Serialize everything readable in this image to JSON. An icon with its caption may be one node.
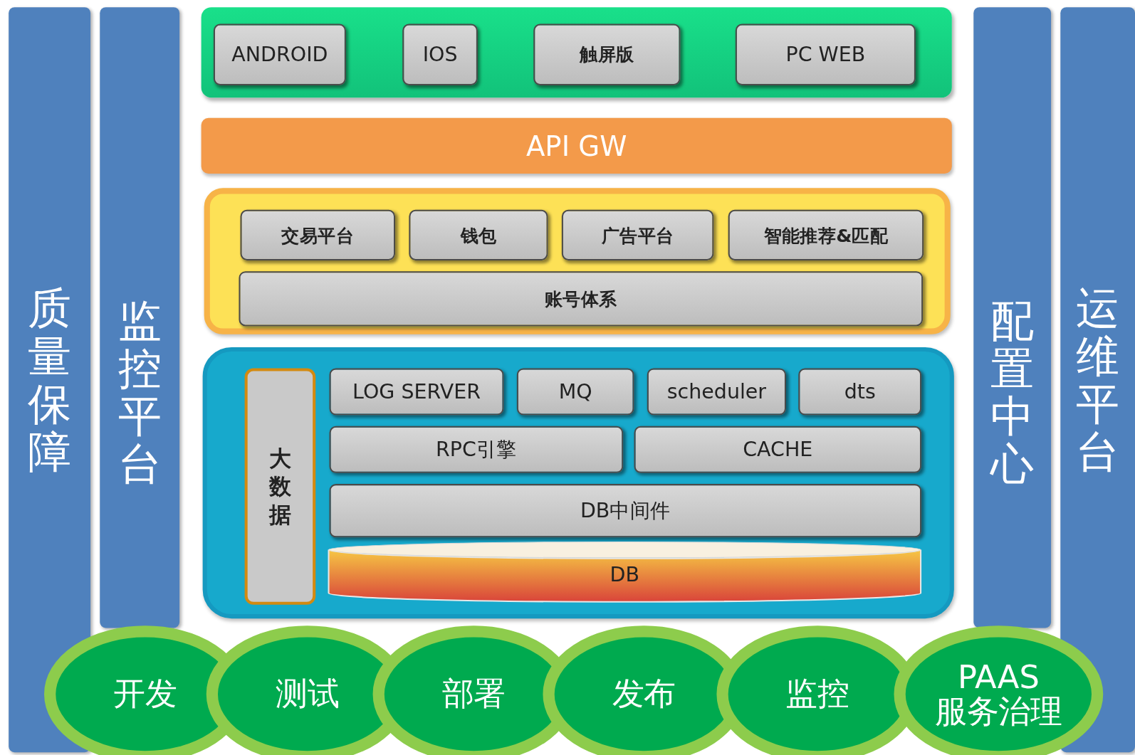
{
  "diagram": {
    "nodes": [
      {
        "text": [
          "质量保障"
        ]
      },
      {
        "text": [
          "监控平台"
        ]
      },
      {
        "text": [],
        "shape": "box"
      },
      {
        "text": [
          "ANDROID"
        ],
        "in": 2
      },
      {
        "text": [
          "IOS"
        ],
        "in": 2
      },
      {
        "text": [
          "触屏版"
        ],
        "in": 2
      },
      {
        "text": [
          "PC WEB"
        ],
        "in": 2
      },
      {
        "text": [
          "API GW"
        ]
      },
      {
        "text": [],
        "shape": "box"
      },
      {
        "text": [
          "交易平台"
        ],
        "in": 8
      },
      {
        "text": [
          "钱包"
        ],
        "in": 8
      },
      {
        "text": [
          "广告平台"
        ],
        "in": 8
      },
      {
        "text": [
          "智能推荐&匹配"
        ],
        "in": 8
      },
      {
        "text": [
          "账号体系"
        ],
        "in": 8
      },
      {
        "text": [],
        "shape": "box"
      },
      {
        "text": [
          "大数据"
        ],
        "in": 14
      },
      {
        "text": [
          "LOG SERVER"
        ],
        "in": 14
      },
      {
        "text": [
          "MQ"
        ],
        "in": 14
      },
      {
        "text": [
          "scheduler"
        ],
        "in": 14
      },
      {
        "text": [
          "dts"
        ],
        "in": 14
      },
      {
        "text": [
          "RPC引擎"
        ],
        "in": 14
      },
      {
        "text": [
          "CACHE"
        ],
        "in": 14
      },
      {
        "text": [
          "DB中间件"
        ],
        "in": 14
      },
      {
        "text": [
          "DB"
        ],
        "in": 14
      },
      {
        "text": [
          "配置中心"
        ]
      },
      {
        "text": [
          "运维平台"
        ]
      },
      {
        "text": [
          "开发"
        ]
      },
      {
        "text": [
          "测试"
        ]
      },
      {
        "text": [
          "部署"
        ]
      },
      {
        "text": [
          "发布"
        ]
      },
      {
        "text": [
          "监控"
        ]
      },
      {
        "text": [
          "PAAS 服务治理"
        ]
      }
    ]
  }
}
